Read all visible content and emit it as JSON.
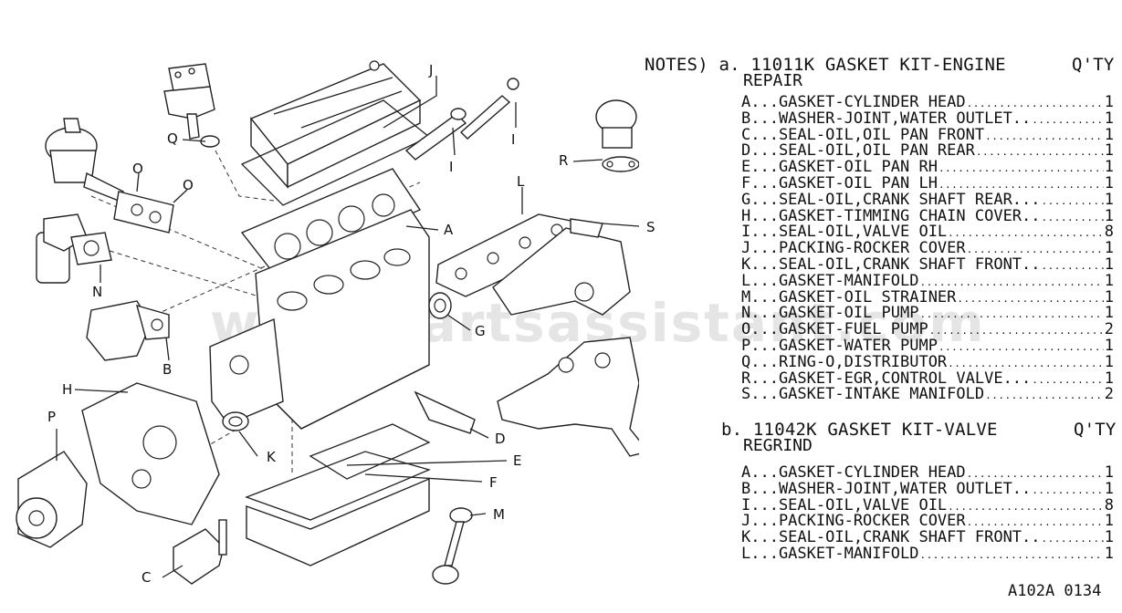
{
  "watermark": "www.partsassistant.com",
  "callouts": [
    "J",
    "Q",
    "I",
    "I",
    "O",
    "O",
    "A",
    "L",
    "R",
    "S",
    "N",
    "G",
    "B",
    "H",
    "P",
    "K",
    "D",
    "E",
    "F",
    "M",
    "C"
  ],
  "kit_a": {
    "prefix": "NOTES) a.",
    "part_no": "11011K",
    "title": "GASKET KIT-ENGINE",
    "title_cont": "REPAIR",
    "qty_header": "Q'TY",
    "items": [
      {
        "label": "A...GASKET-CYLINDER HEAD",
        "qty": "1"
      },
      {
        "label": "B...WASHER-JOINT,WATER OUTLET..",
        "qty": "1"
      },
      {
        "label": "C...SEAL-OIL,OIL PAN FRONT",
        "qty": "1"
      },
      {
        "label": "D...SEAL-OIL,OIL PAN REAR",
        "qty": "1"
      },
      {
        "label": "E...GASKET-OIL PAN RH",
        "qty": "1"
      },
      {
        "label": "F...GASKET-OIL PAN LH",
        "qty": "1"
      },
      {
        "label": "G...SEAL-OIL,CRANK SHAFT REAR...",
        "qty": "1"
      },
      {
        "label": "H...GASKET-TIMMING CHAIN COVER..",
        "qty": "1"
      },
      {
        "label": "I...SEAL-OIL,VALVE OIL",
        "qty": "8"
      },
      {
        "label": "J...PACKING-ROCKER COVER",
        "qty": "1"
      },
      {
        "label": "K...SEAL-OIL,CRANK SHAFT FRONT..",
        "qty": "1"
      },
      {
        "label": "L...GASKET-MANIFOLD",
        "qty": "1"
      },
      {
        "label": "M...GASKET-OIL STRAINER",
        "qty": "1"
      },
      {
        "label": "N...GASKET-OIL PUMP",
        "qty": "1"
      },
      {
        "label": "O...GASKET-FUEL PUMP",
        "qty": "2"
      },
      {
        "label": "P...GASKET-WATER PUMP",
        "qty": "1"
      },
      {
        "label": "Q...RING-O,DISTRIBUTOR",
        "qty": "1"
      },
      {
        "label": "R...GASKET-EGR,CONTROL VALVE...",
        "qty": "1"
      },
      {
        "label": "S...GASKET-INTAKE MANIFOLD",
        "qty": "2"
      }
    ]
  },
  "kit_b": {
    "prefix": "b.",
    "part_no": "11042K",
    "title": "GASKET KIT-VALVE",
    "title_cont": "REGRIND",
    "qty_header": "Q'TY",
    "items": [
      {
        "label": "A...GASKET-CYLINDER HEAD",
        "qty": "1"
      },
      {
        "label": "B...WASHER-JOINT,WATER OUTLET..",
        "qty": "1"
      },
      {
        "label": "I...SEAL-OIL,VALVE OIL",
        "qty": "8"
      },
      {
        "label": "J...PACKING-ROCKER COVER",
        "qty": "1"
      },
      {
        "label": "K...SEAL-OIL,CRANK SHAFT FRONT..",
        "qty": "1"
      },
      {
        "label": "L...GASKET-MANIFOLD",
        "qty": "1"
      }
    ]
  },
  "figure_code": "A102A 0134"
}
